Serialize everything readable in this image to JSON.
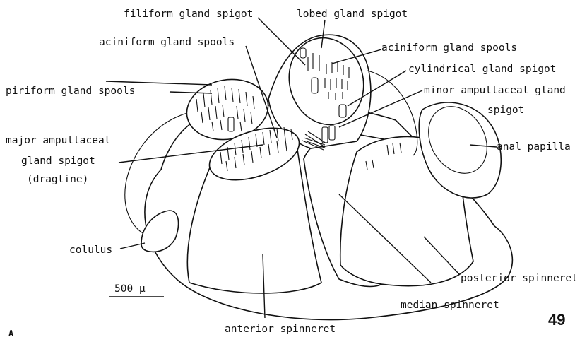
{
  "labels": {
    "filiform": "filiform gland spigot",
    "lobed": "lobed gland spigot",
    "aciniform_left": "aciniform gland spools",
    "aciniform_right": "aciniform gland spools",
    "cylindrical": "cylindrical gland spigot",
    "piriform": "piriform gland spools",
    "minor_1": "minor ampullaceal gland",
    "minor_2": "spigot",
    "major_1": "major ampullaceal",
    "major_2": "gland spigot",
    "major_3": "(dragline)",
    "anal": "anal papilla",
    "colulus": "colulus",
    "posterior": "posterior spinneret",
    "median": "median spinneret",
    "anterior": "anterior spinneret",
    "scale": "500 μ",
    "panel": "A",
    "page_number": "49"
  }
}
